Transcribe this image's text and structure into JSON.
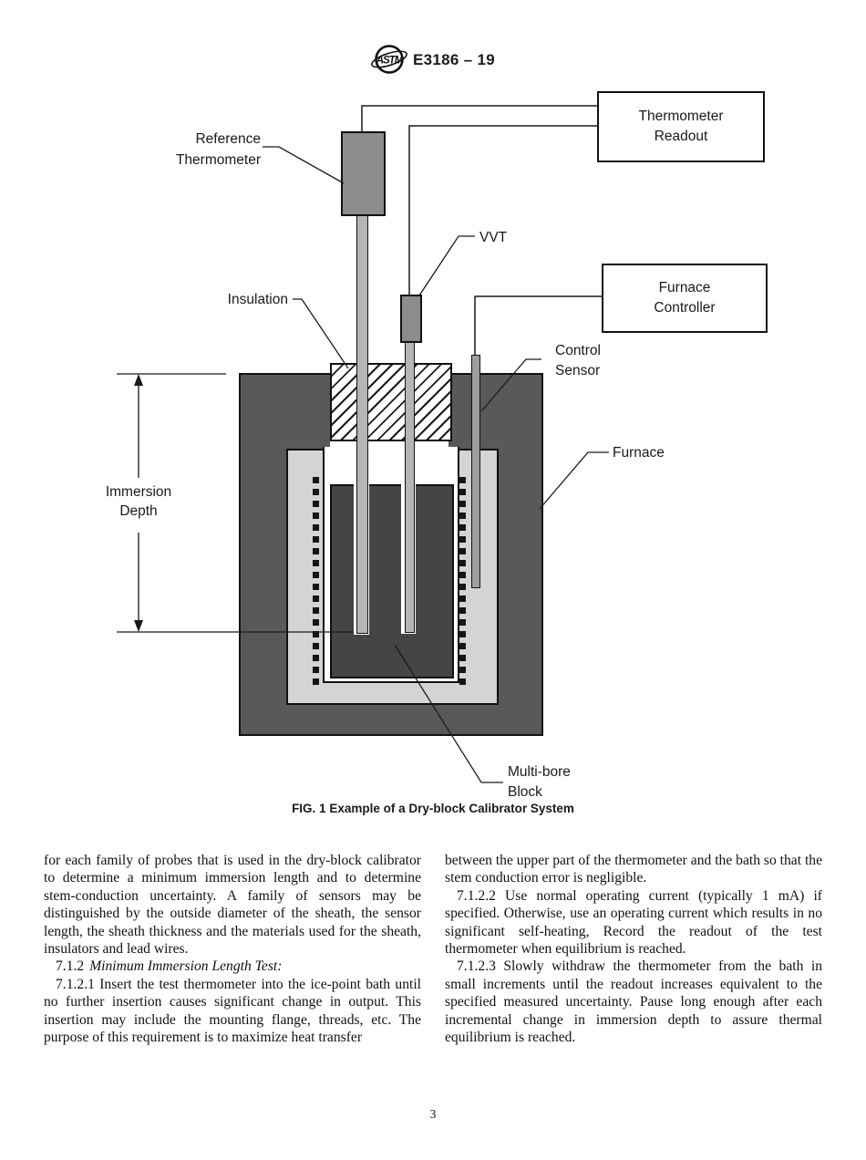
{
  "header": {
    "logo_text": "ASTM",
    "designation": "E3186 – 19"
  },
  "figure": {
    "caption": "FIG. 1 Example of a Dry-block Calibrator System",
    "labels": {
      "reference_thermometer": [
        "Reference",
        "Thermometer"
      ],
      "thermometer_readout": [
        "Thermometer",
        "Readout"
      ],
      "vvt": "VVT",
      "furnace_controller": [
        "Furnace",
        "Controller"
      ],
      "insulation": "Insulation",
      "control_sensor": [
        "Control",
        "Sensor"
      ],
      "furnace": "Furnace",
      "immersion_depth": [
        "Immersion",
        "Depth"
      ],
      "multi_bore_block": [
        "Multi-bore",
        "Block"
      ]
    },
    "colors": {
      "furnace": "#595959",
      "liner": "#d4d4d4",
      "block": "#454545",
      "rod_light": "#b5b5b5",
      "component_gray": "#8c8c8c"
    }
  },
  "body": {
    "left_column": {
      "p_continued": "for each family of probes that is used in the dry-block calibrator to determine a minimum immersion length and to determine stem-conduction uncertainty. A family of sensors may be distinguished by the outside diameter of the sheath, the sensor length, the sheath thickness and the materials used for the sheath, insulators and lead wires.",
      "h712_num": "7.1.2",
      "h712_title": "Minimum Immersion Length Test:",
      "p7121": "7.1.2.1 Insert the test thermometer into the ice-point bath until no further insertion causes significant change in output. This insertion may include the mounting flange, threads, etc. The purpose of this requirement is to maximize heat transfer"
    },
    "right_column": {
      "p_continued": "between the upper part of the thermometer and the bath so that the stem conduction error is negligible.",
      "p7122": "7.1.2.2 Use normal operating current (typically 1 mA) if specified. Otherwise, use an operating current which results in no significant self-heating, Record the readout of the test thermometer when equilibrium is reached.",
      "p7123": "7.1.2.3 Slowly withdraw the thermometer from the bath in small increments until the readout increases equivalent to the specified measured uncertainty. Pause long enough after each incremental change in immersion depth to assure thermal equilibrium is reached."
    }
  },
  "footer": {
    "page_number": "3"
  }
}
